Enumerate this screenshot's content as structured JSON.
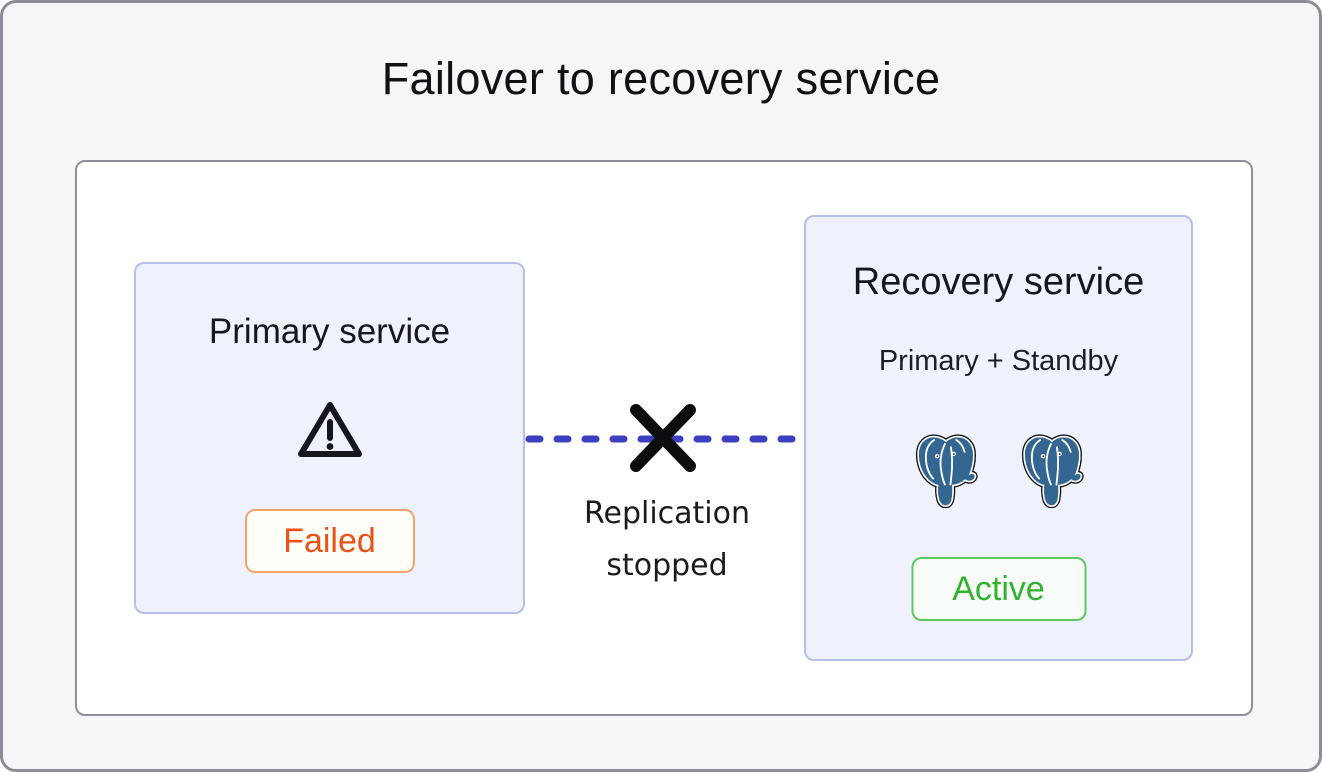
{
  "diagram": {
    "title": "Failover to recovery service",
    "primary_service": {
      "title": "Primary service",
      "status_label": "Failed",
      "icon": "warning-triangle"
    },
    "replication_link": {
      "label_line1": "Replication",
      "label_line2": "stopped",
      "icon": "x-mark",
      "line_style": "dashed"
    },
    "recovery_service": {
      "title": "Recovery service",
      "subtitle": "Primary + Standby",
      "status_label": "Active",
      "icon": "postgresql-elephant",
      "elephant_count": 2
    },
    "colors": {
      "status_failed_text": "#ea5318",
      "status_failed_border": "#f2a46c",
      "status_failed_bg": "#fffdf8",
      "status_active_text": "#2fb32f",
      "status_active_border": "#5fc75f",
      "status_active_bg": "#f8fcf8",
      "service_box_bg": "#eff2fc",
      "service_box_border": "#b5c0ea",
      "replication_line": "#3c40c0",
      "postgres_blue": "#336791",
      "canvas_bg": "#f6f6f8"
    }
  }
}
